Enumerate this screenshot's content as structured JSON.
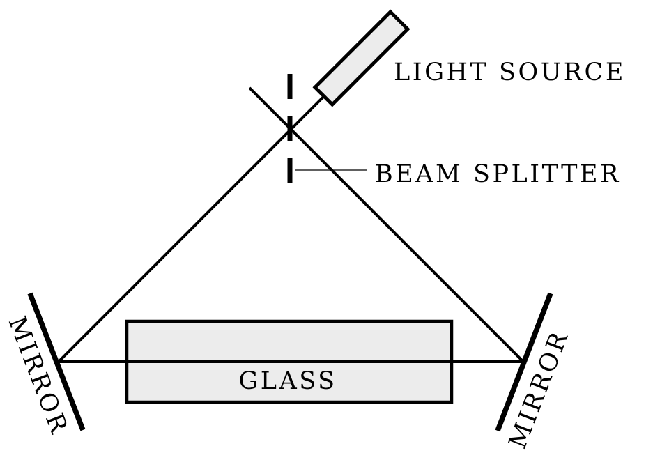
{
  "diagram": {
    "background_color": "#ffffff",
    "line_color": "#000000",
    "component_fill_color": "#ececec",
    "components": {
      "light_source": {
        "label": "LIGHT SOURCE"
      },
      "beam_splitter": {
        "label": "BEAM SPLITTER"
      },
      "glass_block": {
        "label": "GLASS"
      },
      "left_mirror": {
        "label": "MIRROR"
      },
      "right_mirror": {
        "label": "MIRROR"
      }
    }
  }
}
